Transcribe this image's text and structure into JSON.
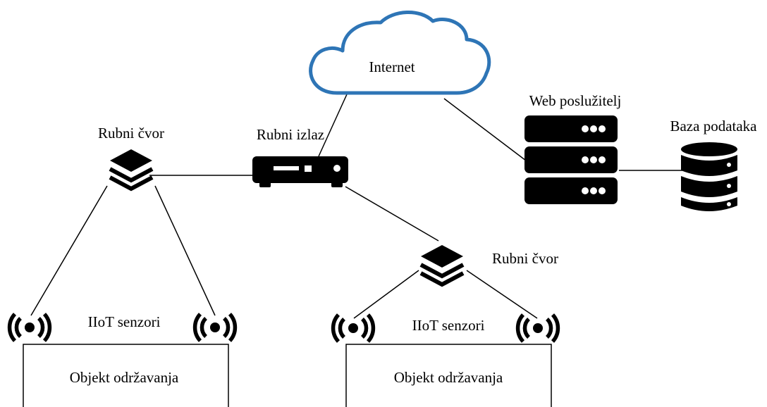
{
  "diagram": {
    "internet": {
      "label": "Internet",
      "color": "#2E75B6"
    },
    "web_server": {
      "label": "Web poslužitelj"
    },
    "database": {
      "label": "Baza podataka"
    },
    "gateway": {
      "label": "Rubni izlaz"
    },
    "edge_nodes": [
      {
        "label": "Rubni čvor"
      },
      {
        "label": "Rubni čvor"
      }
    ],
    "sensor_groups": [
      {
        "label": "IIoT senzori"
      },
      {
        "label": "IIoT senzori"
      }
    ],
    "maintenance_objects": [
      {
        "label": "Objekt održavanja"
      },
      {
        "label": "Objekt održavanja"
      }
    ],
    "icons": {
      "cloud": "cloud-icon",
      "server": "server-rack-icon",
      "database": "database-icon",
      "gateway": "router-icon",
      "edge_node": "layers-icon",
      "sensor": "wireless-signal-icon"
    }
  }
}
